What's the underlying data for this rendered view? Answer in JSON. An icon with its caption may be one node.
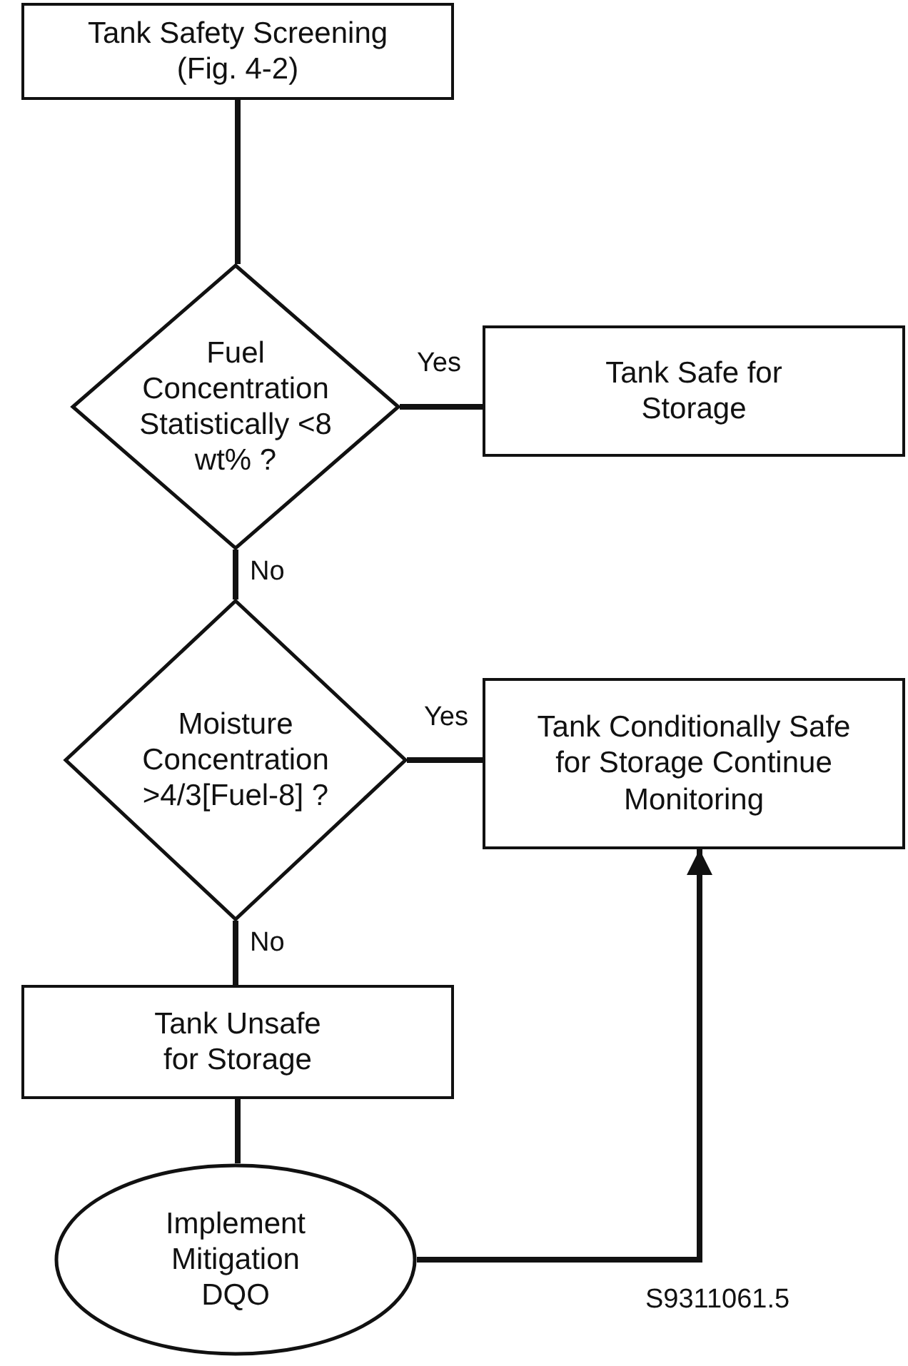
{
  "diagram": {
    "nodes": [
      {
        "text": [
          "Tank Safety Screening (Fig. 4-2)"
        ]
      },
      {
        "text": [
          "Fuel Concentration Statistically <8 wt% ?"
        ]
      },
      {
        "text": [
          "Tank Safe for Storage"
        ]
      },
      {
        "text": [
          "Moisture Concentration >4/3[Fuel-8] ?"
        ]
      },
      {
        "text": [
          "Tank Conditionally Safe for Storage Continue Monitoring"
        ]
      },
      {
        "text": [
          "Tank Unsafe for Storage"
        ]
      },
      {
        "text": [
          "Implement Mitigation DQO"
        ]
      }
    ],
    "edges": [
      {
        "from": 0,
        "to": 1,
        "arrow": "none"
      },
      {
        "from": 1,
        "to": 2,
        "arrow": "none",
        "label": "Yes"
      },
      {
        "from": 1,
        "to": 3,
        "arrow": "none",
        "label": "No"
      },
      {
        "from": 3,
        "to": 4,
        "arrow": "none",
        "label": "Yes"
      },
      {
        "from": 3,
        "to": 5,
        "arrow": "none",
        "label": "No"
      },
      {
        "from": 5,
        "to": 6,
        "arrow": "none"
      },
      {
        "from": 6,
        "to": 4,
        "arrow": "to"
      }
    ],
    "labels": [
      "S9311061.5"
    ]
  }
}
